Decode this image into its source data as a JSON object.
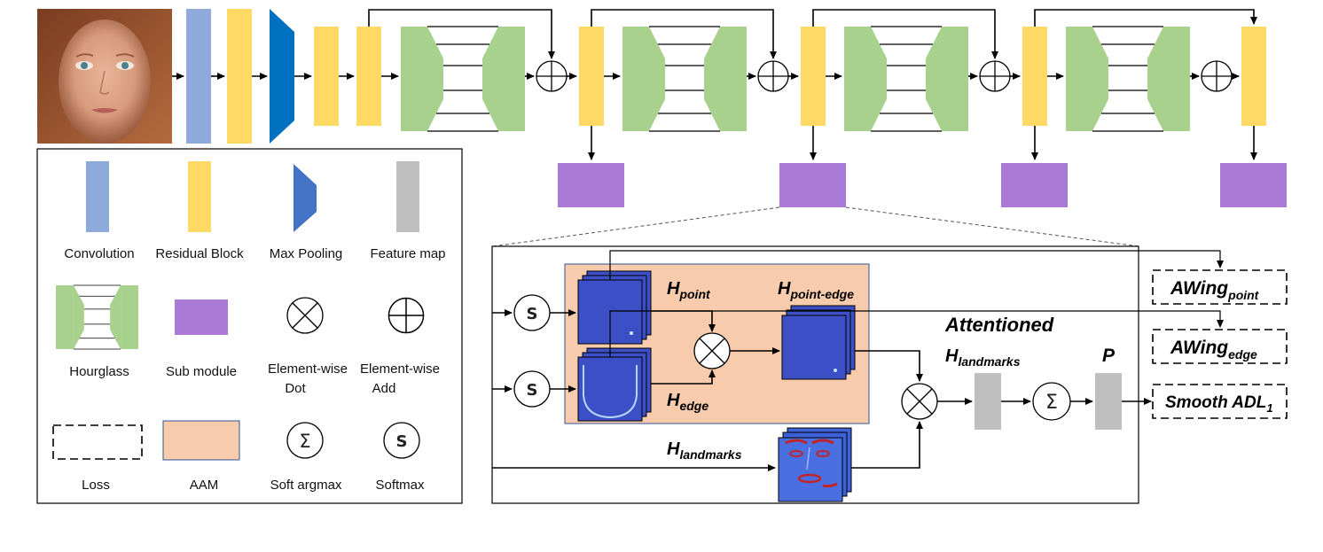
{
  "legend": {
    "convolution": "Convolution",
    "residual_block": "Residual Block",
    "max_pooling": "Max Pooling",
    "feature_map": "Feature map",
    "hourglass": "Hourglass",
    "sub_module": "Sub module",
    "element_wise_dot_1": "Element-wise",
    "element_wise_dot_2": "Dot",
    "element_wise_add_1": "Element-wise",
    "element_wise_add_2": "Add",
    "loss": "Loss",
    "aam": "AAM",
    "soft_argmax": "Soft argmax",
    "softmax": "Softmax"
  },
  "detail": {
    "h_point": {
      "main": "H",
      "sub": "point"
    },
    "h_point_edge": {
      "main": "H",
      "sub": "point-edge"
    },
    "h_edge": {
      "main": "H",
      "sub": "edge"
    },
    "h_landmarks": {
      "main": "H",
      "sub": "landmarks"
    },
    "attentioned": "Attentioned",
    "attentioned_h": {
      "main": "H",
      "sub": "landmarks"
    },
    "p_label": "P",
    "softmax_symbol": "S",
    "sum_symbol": "Σ"
  },
  "losses": {
    "awing_point": {
      "main": "AWing",
      "sub": "point"
    },
    "awing_edge": {
      "main": "AWing",
      "sub": "edge"
    },
    "smooth_adl": {
      "main": "Smooth ADL",
      "sub": "1"
    }
  },
  "colors": {
    "convolution": "#8eaadb",
    "residual_block": "#ffd966",
    "max_pooling": "#0070c0",
    "hourglass": "#a9d18e",
    "sub_module": "#a97ad6",
    "feature_map": "#bfbfbf",
    "aam": "#f8cbad",
    "heatmap_blue": "#3d4fc6"
  }
}
